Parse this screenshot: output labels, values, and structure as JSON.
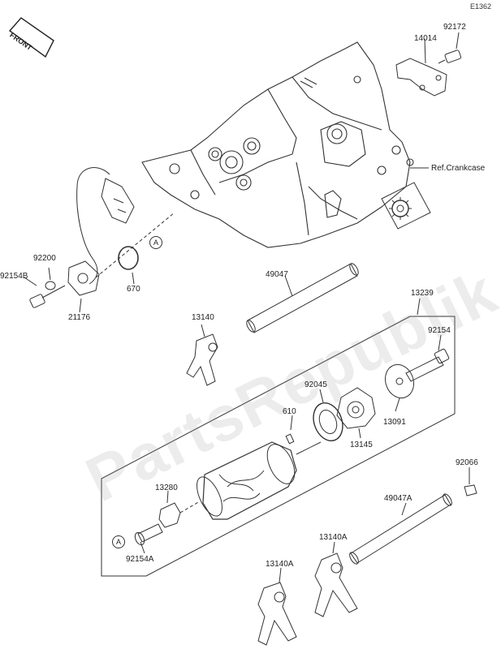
{
  "diagram_code": "E1362",
  "front_badge": "FRONT",
  "watermark": "PartsRepublik",
  "callout_letter": "A",
  "reference": "Ref.Crankcase",
  "parts": {
    "p92172": "92172",
    "p14014": "14014",
    "p92200": "92200",
    "p92154B": "92154B",
    "p670": "670",
    "p21176": "21176",
    "p49047": "49047",
    "p13239": "13239",
    "p13140": "13140",
    "p92154": "92154",
    "p92045": "92045",
    "p610": "610",
    "p13145": "13145",
    "p13091": "13091",
    "p92066": "92066",
    "p13280": "13280",
    "p49047A": "49047A",
    "p92154A": "92154A",
    "p13140A_upper": "13140A",
    "p13140A_lower": "13140A"
  }
}
